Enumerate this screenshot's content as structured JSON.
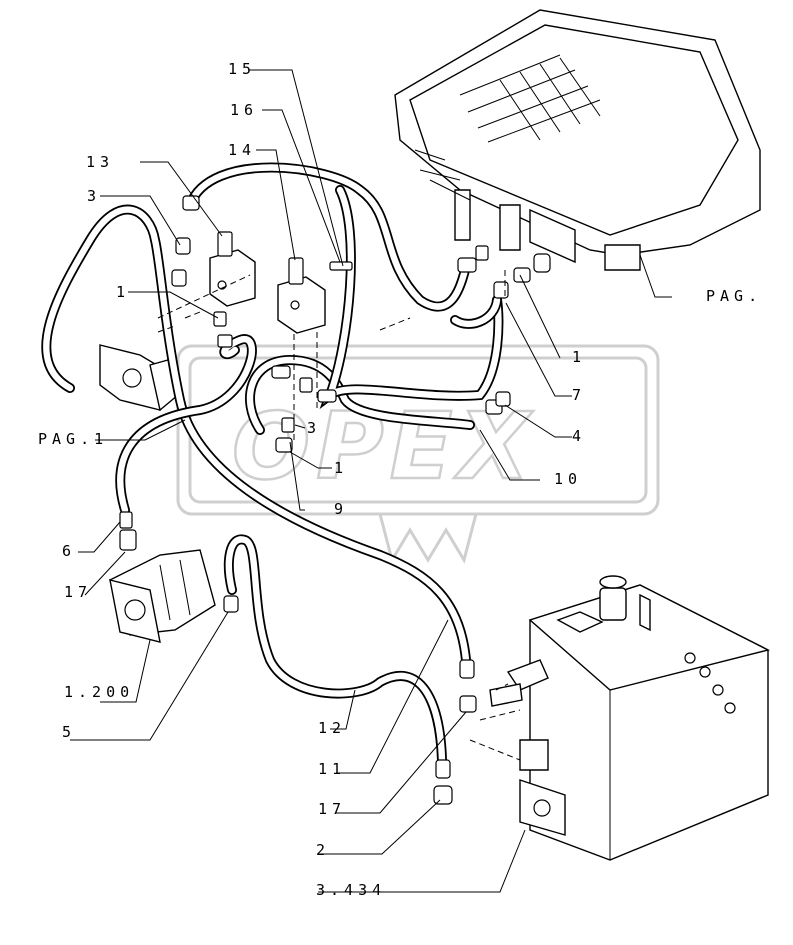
{
  "watermark": {
    "text": "OPEX"
  },
  "callouts": {
    "c15": "15",
    "c16": "16",
    "c14": "14",
    "c13": "13",
    "c3_top": "3",
    "c1_left": "1",
    "pag_right": "PAG.",
    "pag_left": "PAG.1",
    "c1_right": "1",
    "c7": "7",
    "c4": "4",
    "c10": "10",
    "c3_mid": "3",
    "c1_mid": "1",
    "c9": "9",
    "c6": "6",
    "c17_left": "17",
    "c1200": "1.200",
    "c5": "5",
    "c12": "12",
    "c11": "11",
    "c17_bottom": "17",
    "c2": "2",
    "c3434": "3.434"
  }
}
